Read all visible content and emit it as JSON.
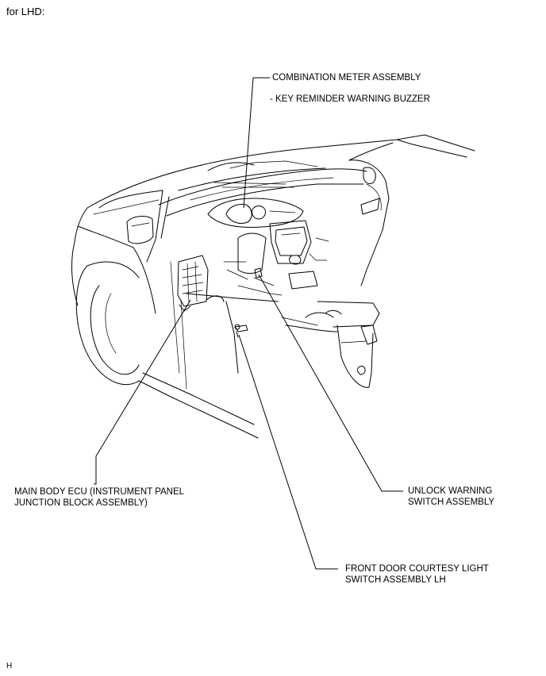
{
  "heading": "for LHD:",
  "figure_code": "H",
  "labels": {
    "combination_meter": "COMBINATION METER ASSEMBLY",
    "key_reminder": "- KEY REMINDER WARNING BUZZER",
    "main_body_ecu_line1": "MAIN BODY ECU (INSTRUMENT PANEL",
    "main_body_ecu_line2": "JUNCTION BLOCK ASSEMBLY)",
    "unlock_warning_line1": "UNLOCK WARNING",
    "unlock_warning_line2": "SWITCH ASSEMBLY",
    "door_courtesy_line1": "FRONT DOOR COURTESY LIGHT",
    "door_courtesy_line2": "SWITCH ASSEMBLY LH"
  }
}
